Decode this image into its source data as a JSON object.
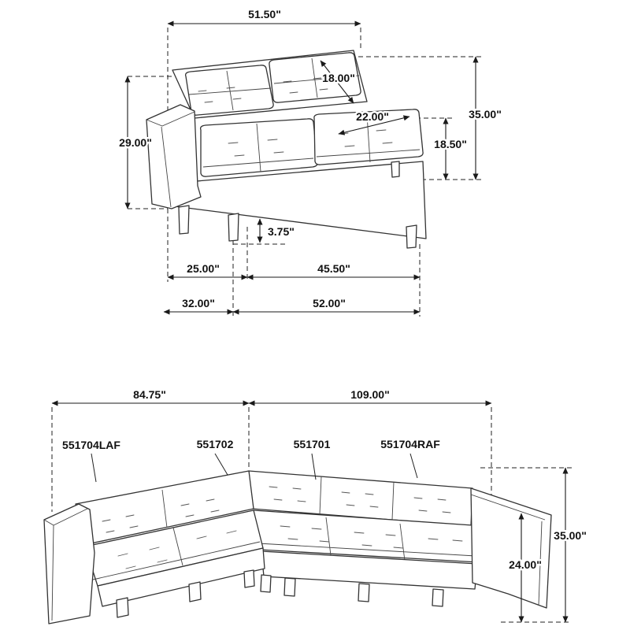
{
  "page": {
    "background": "#ffffff",
    "line_color": "#333333",
    "dim_color": "#1a1a1a"
  },
  "loveseat": {
    "dims": {
      "width_top": "51.50\"",
      "back_cushion_height": "18.00\"",
      "seat_cushion_depth": "22.00\"",
      "back_height_left": "29.00\"",
      "overall_height": "35.00\"",
      "seat_height": "18.50\"",
      "leg_height": "3.75\"",
      "arm_to_front": "25.00\"",
      "seat_width": "45.50\"",
      "overall_depth": "32.00\"",
      "overall_width": "52.00\""
    }
  },
  "sectional": {
    "dims": {
      "left_side_width": "84.75\"",
      "right_side_width": "109.00\"",
      "overall_height": "35.00\"",
      "arm_height": "24.00\""
    },
    "parts": {
      "laf": "551704LAF",
      "corner": "551702",
      "armless": "551701",
      "raf": "551704RAF"
    }
  }
}
